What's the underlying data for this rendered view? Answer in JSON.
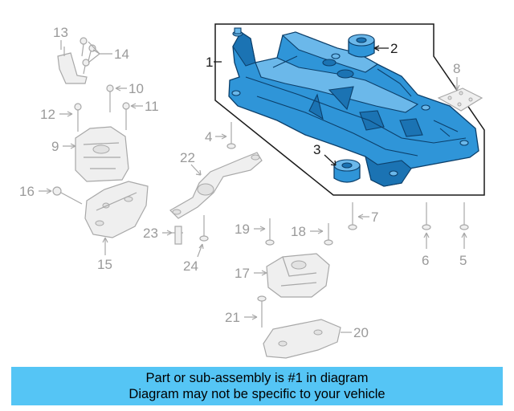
{
  "callouts": {
    "c1": "1",
    "c2": "2",
    "c3": "3",
    "c4": "4",
    "c5": "5",
    "c6": "6",
    "c7": "7",
    "c8": "8",
    "c9": "9",
    "c10": "10",
    "c11": "11",
    "c12": "12",
    "c13": "13",
    "c14": "14",
    "c15": "15",
    "c16": "16",
    "c17": "17",
    "c18": "18",
    "c19": "19",
    "c20": "20",
    "c21": "21",
    "c22": "22",
    "c23": "23",
    "c24": "24"
  },
  "banner": {
    "line1": "Part or sub-assembly is #1 in diagram",
    "line2": "Diagram may not be specific to your vehicle"
  },
  "colors": {
    "highlight_part": "#2f95d8",
    "banner_bg": "#55c5f5",
    "grey_parts": "#a8a8a8"
  }
}
